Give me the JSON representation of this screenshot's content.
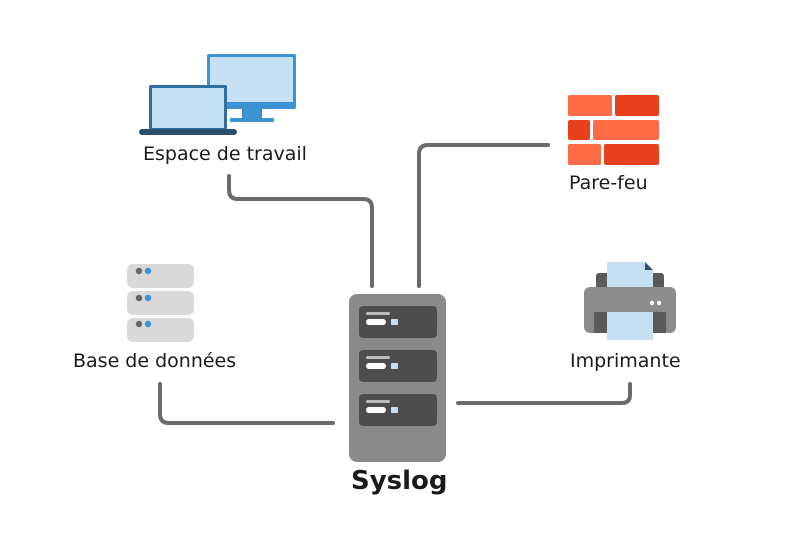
{
  "nodes": {
    "workstation": {
      "label": "Espace de travail",
      "icon": "workstation-icon"
    },
    "firewall": {
      "label": "Pare-feu",
      "icon": "firewall-icon"
    },
    "database": {
      "label": "Base de données",
      "icon": "database-icon"
    },
    "printer": {
      "label": "Imprimante",
      "icon": "printer-icon"
    },
    "syslog": {
      "label": "Syslog",
      "icon": "server-icon"
    }
  },
  "colors": {
    "connector": "#6b6b6b",
    "monitor_blue": "#3b93d4",
    "screen_light": "#c5e0f2",
    "brick_light": "#ff6b47",
    "brick_dark": "#e8401c",
    "server_body": "#8a8a8a",
    "server_slot": "#4d4d4d",
    "db_disk": "#d9d9d9",
    "printer_body": "#8c8c8c"
  }
}
